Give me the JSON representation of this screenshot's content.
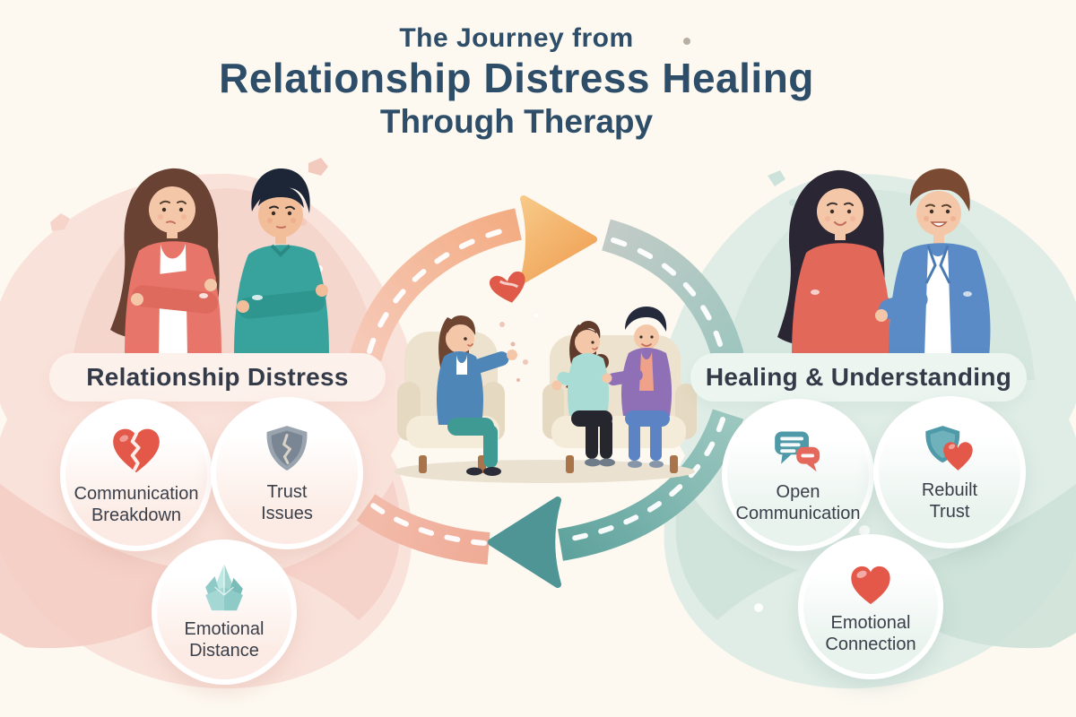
{
  "title": {
    "line1": "The Journey from",
    "line2": "Relationship Distress Healing",
    "line3": "Through Therapy"
  },
  "sections": {
    "distress": {
      "heading": "Relationship Distress",
      "items": [
        {
          "icon": "broken-heart-icon",
          "lines": [
            "Communication",
            "Breakdown"
          ]
        },
        {
          "icon": "cracked-shield-icon",
          "lines": [
            "Trust",
            "Issues"
          ]
        },
        {
          "icon": "ice-crystal-icon",
          "lines": [
            "Emotional",
            "Distance"
          ]
        }
      ]
    },
    "healing": {
      "heading": "Healing & Understanding",
      "items": [
        {
          "icon": "speech-bubbles-icon",
          "lines": [
            "Open",
            "Communication"
          ]
        },
        {
          "icon": "shield-heart-icon",
          "lines": [
            "Rebuilt",
            "Trust"
          ]
        },
        {
          "icon": "heart-icon",
          "lines": [
            "Emotional",
            "Connection"
          ]
        }
      ]
    }
  },
  "illustrations": {
    "left_couple": "distressed-couple-back-to-back",
    "center_scene": "couples-therapy-session",
    "right_couple": "reconciled-couple-holding-hands",
    "floating_heart": "mended-heart-doodle"
  },
  "colors": {
    "background": "#fdf9f1",
    "title_text": "#2d4d68",
    "heading_text": "#333b49",
    "label_text": "#3a3f49",
    "distress_blob": "#f9e2da",
    "healing_blob": "#e0ede7",
    "arrow_salmon": "#f3ad84",
    "arrow_orange": "#f09d4f",
    "arrow_teal": "#62a4a0"
  }
}
